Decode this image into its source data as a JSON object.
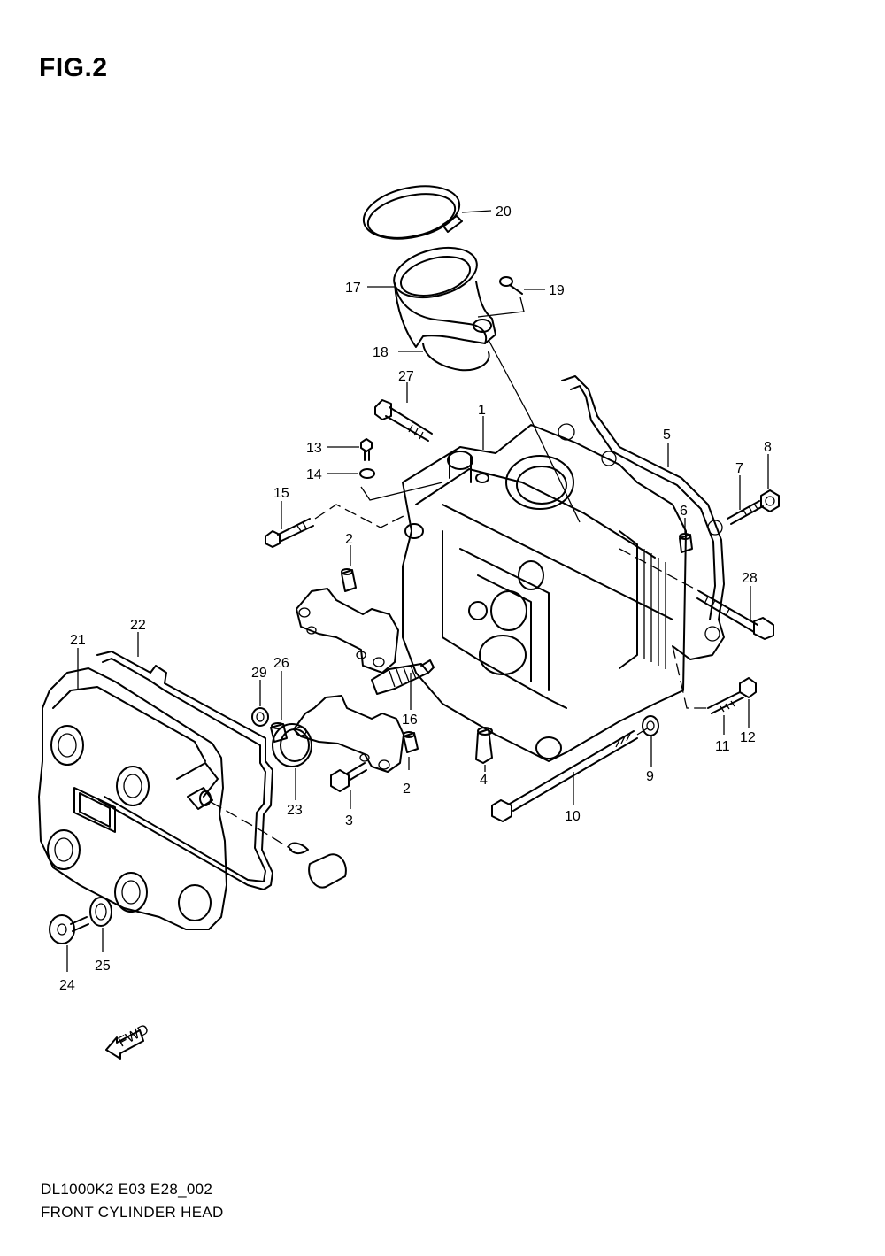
{
  "figure": {
    "title": "FIG.2",
    "code": "DL1000K2 E03 E28_002",
    "name": "FRONT CYLINDER HEAD",
    "fwd_label": "FWD"
  },
  "callouts": [
    "1",
    "2",
    "2",
    "3",
    "4",
    "5",
    "6",
    "7",
    "8",
    "9",
    "10",
    "11",
    "12",
    "13",
    "14",
    "15",
    "16",
    "17",
    "18",
    "19",
    "20",
    "21",
    "22",
    "23",
    "24",
    "25",
    "26",
    "27",
    "28",
    "29"
  ]
}
